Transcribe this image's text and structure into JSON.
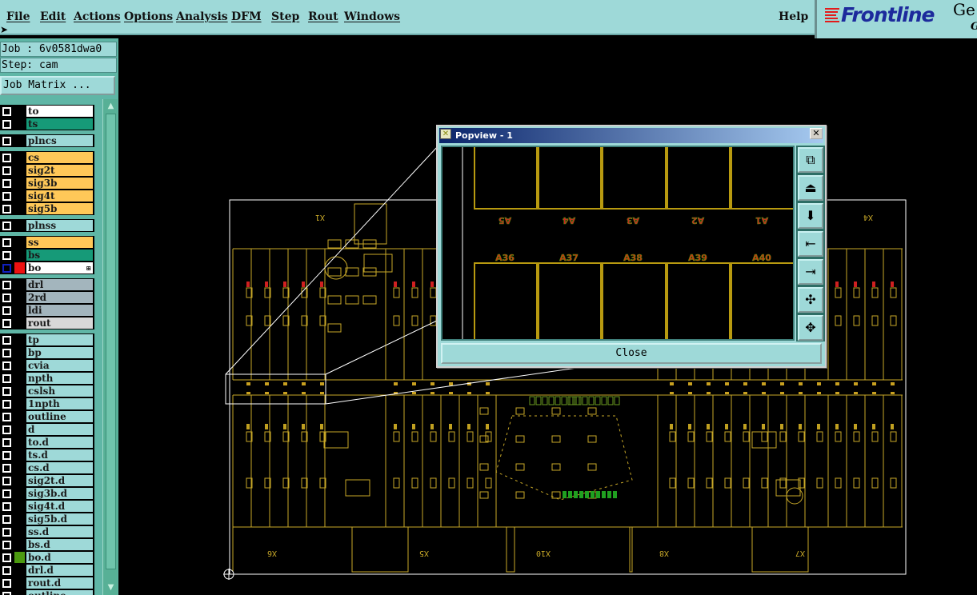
{
  "menu": {
    "items": [
      "File",
      "Edit",
      "Actions",
      "Options",
      "Analysis",
      "DFM",
      "Step",
      "Rout",
      "Windows"
    ],
    "help": "Help"
  },
  "logo": {
    "brand": "Frontline",
    "product": "Ge",
    "product_sub": "G"
  },
  "job": {
    "job_label": "Job : 6v0581dwa0",
    "step_label": "Step: cam",
    "matrix_button": "Job Matrix ..."
  },
  "layers": [
    {
      "name": "to",
      "color": "#ffffff"
    },
    {
      "name": "ts",
      "color": "#169a78"
    },
    {
      "name": "plncs",
      "color": "#9ed9d8"
    },
    {
      "name": "cs",
      "color": "#ffc858"
    },
    {
      "name": "sig2t",
      "color": "#ffc858"
    },
    {
      "name": "sig3b",
      "color": "#ffc858"
    },
    {
      "name": "sig4t",
      "color": "#ffc858"
    },
    {
      "name": "sig5b",
      "color": "#ffc858"
    },
    {
      "name": "plnss",
      "color": "#9ed9d8"
    },
    {
      "name": "ss",
      "color": "#ffc858"
    },
    {
      "name": "bs",
      "color": "#169a78"
    },
    {
      "name": "bo",
      "color": "#ffffff",
      "active": true,
      "display_color": "#ee1111"
    },
    {
      "name": "drl",
      "color": "#a3b5bd"
    },
    {
      "name": "2rd",
      "color": "#a3b5bd"
    },
    {
      "name": "ldi",
      "color": "#a3b5bd"
    },
    {
      "name": "rout",
      "color": "#d8d8d8"
    },
    {
      "name": "tp"
    },
    {
      "name": "bp"
    },
    {
      "name": "cvia"
    },
    {
      "name": "npth"
    },
    {
      "name": "cslsh"
    },
    {
      "name": "1npth"
    },
    {
      "name": "outline"
    },
    {
      "name": "d"
    },
    {
      "name": "to.d"
    },
    {
      "name": "ts.d"
    },
    {
      "name": "cs.d"
    },
    {
      "name": "sig2t.d"
    },
    {
      "name": "sig3b.d"
    },
    {
      "name": "sig4t.d"
    },
    {
      "name": "sig5b.d"
    },
    {
      "name": "ss.d"
    },
    {
      "name": "bs.d"
    },
    {
      "name": "bo.d",
      "display_color": "#4c9a10"
    },
    {
      "name": "drl.d"
    },
    {
      "name": "rout.d"
    },
    {
      "name": "outline"
    }
  ],
  "pcb": {
    "labels": [
      "X1",
      "X4",
      "X6",
      "X5",
      "X10",
      "X8",
      "X7"
    ]
  },
  "popview": {
    "title": "Popview - 1",
    "close_label": "Close",
    "top_labels": [
      "A5",
      "A4",
      "A3",
      "A2",
      "A1"
    ],
    "bottom_labels": [
      "A36",
      "A37",
      "A38",
      "A39",
      "A40"
    ],
    "tools": [
      "zoom-home-icon",
      "pan-up-icon",
      "pan-down-icon",
      "pan-left-icon",
      "pan-right-icon",
      "zoom-in-icon",
      "zoom-out-icon"
    ]
  },
  "colors": {
    "panel": "#9ed9d8",
    "trace": "#c8a828",
    "board": "#ffffff"
  }
}
